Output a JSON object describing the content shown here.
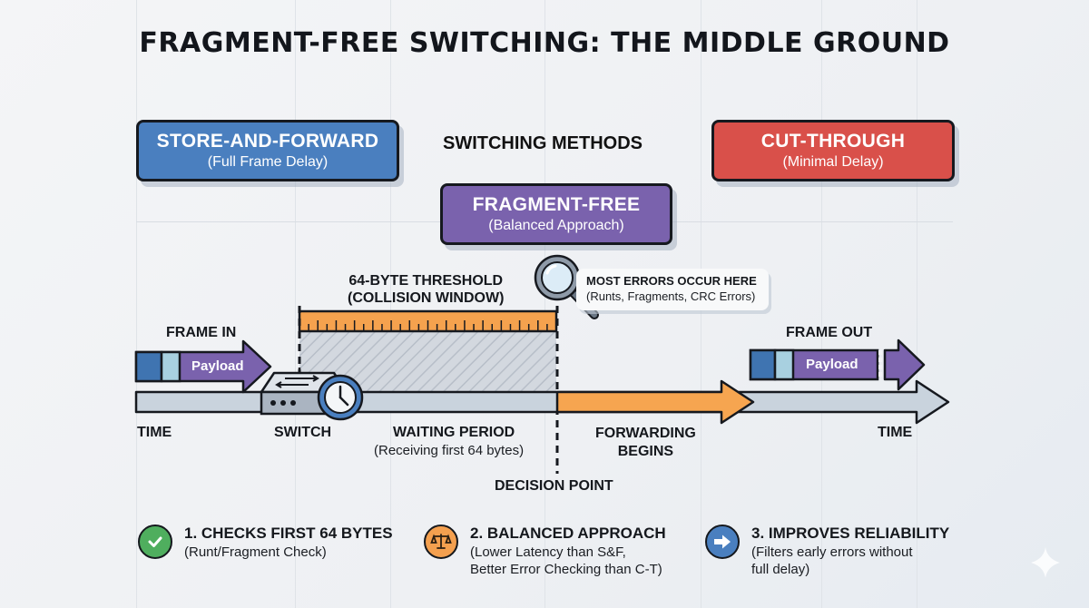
{
  "title": "FRAGMENT-FREE SWITCHING: THE MIDDLE GROUND",
  "methods_heading": "SWITCHING METHODS",
  "methods": [
    {
      "name": "STORE-AND-FORWARD",
      "subtitle": "(Full Frame Delay)",
      "color": "#4a7fbf"
    },
    {
      "name": "FRAGMENT-FREE",
      "subtitle": "(Balanced Approach)",
      "color": "#7a62ad"
    },
    {
      "name": "CUT-THROUGH",
      "subtitle": "(Minimal Delay)",
      "color": "#d9504a"
    }
  ],
  "threshold": {
    "line1": "64-BYTE THRESHOLD",
    "line2": "(COLLISION WINDOW)"
  },
  "callout": {
    "title": "MOST ERRORS OCCUR HERE",
    "detail": "(Runts, Fragments, CRC Errors)"
  },
  "frame_in": {
    "label": "FRAME IN",
    "payload": "Payload"
  },
  "frame_out": {
    "label": "FRAME OUT",
    "payload": "Payload"
  },
  "timeline": {
    "time_left": "TIME",
    "time_right": "TIME",
    "switch": "SWITCH",
    "waiting_title": "WAITING PERIOD",
    "waiting_detail": "(Receiving first 64 bytes)",
    "forwarding_line1": "FORWARDING",
    "forwarding_line2": "BEGINS",
    "decision_point": "DECISION POINT"
  },
  "benefits": [
    {
      "title": "1. CHECKS FIRST 64 BYTES",
      "desc_lines": [
        "(Runt/Fragment Check)"
      ],
      "icon": "check-icon",
      "color": "#4fae5e"
    },
    {
      "title": "2. BALANCED APPROACH",
      "desc_lines": [
        "(Lower Latency than S&F,",
        "Better Error Checking than C-T)"
      ],
      "icon": "scales-icon",
      "color": "#f4a04f"
    },
    {
      "title": "3. IMPROVES RELIABILITY",
      "desc_lines": [
        "(Filters early errors without",
        "full delay)"
      ],
      "icon": "arrow-right-icon",
      "color": "#4a7fbf"
    }
  ],
  "colors": {
    "frame_header_dark": "#3f74b1",
    "frame_header_light": "#a8d0e0",
    "payload": "#7a62ad",
    "threshold_ruler": "#f5a24e",
    "timeline_gray": "#c8d2dc",
    "forwarding": "#f6a550"
  }
}
